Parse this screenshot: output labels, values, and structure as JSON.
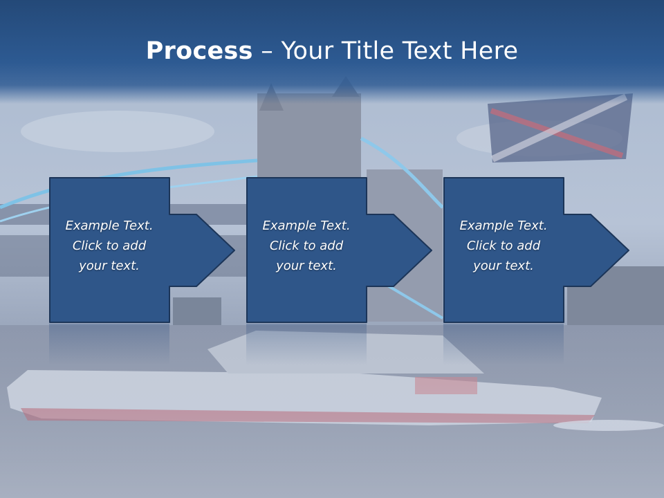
{
  "slide": {
    "title_strong": "Process",
    "title_rest": " – Your Title Text Here"
  },
  "steps": [
    {
      "line1": "Example Text.",
      "line2": "Click  to add",
      "line3": "your text."
    },
    {
      "line1": "Example Text.",
      "line2": "Click  to add",
      "line3": "your text."
    },
    {
      "line1": "Example Text.",
      "line2": "Click  to add",
      "line3": "your text."
    }
  ],
  "colors": {
    "title_bar": "#2d5a92",
    "step_fill": "#2f5689",
    "step_border": "#1c3558",
    "text": "#ffffff"
  }
}
